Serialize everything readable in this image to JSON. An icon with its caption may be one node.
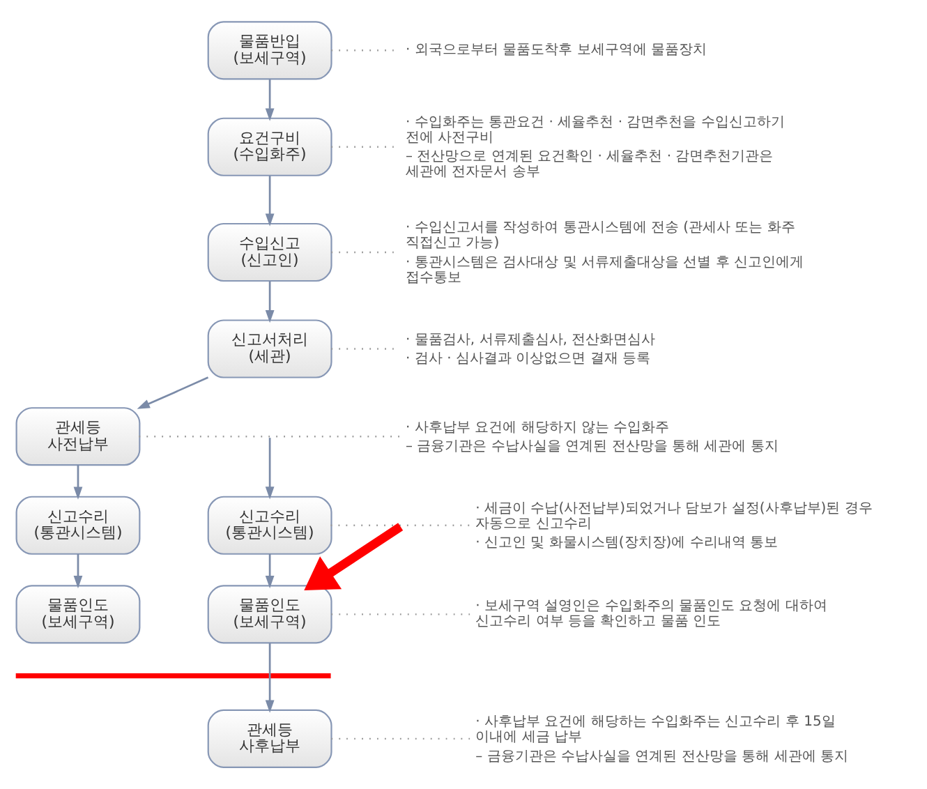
{
  "diagram": {
    "nodes": [
      {
        "text": [
          "물품반입 (보세구역)"
        ]
      },
      {
        "text": [
          "· 외국으로부터 물품도착후 보세구역에 물품장치"
        ]
      },
      {
        "text": [
          "요건구비 (수입화주)"
        ]
      },
      {
        "text": [
          "· 수입화주는 통관요건 · 세율추천 · 감면추천을 수입신고하기 전에 사전구비",
          "– 전산망으로 연계된 요건확인 · 세율추천 · 감면추천기관은 세관에 전자문서 송부"
        ]
      },
      {
        "text": [
          "수입신고 (신고인)"
        ]
      },
      {
        "text": [
          "· 수입신고서를 작성하여 통관시스템에 전송 (관세사 또는 화주 직접신고 가능)",
          "· 통관시스템은 검사대상 및 서류제출대상을 선별 후 신고인에게 접수통보"
        ]
      },
      {
        "text": [
          "신고서처리 (세관)"
        ]
      },
      {
        "text": [
          "· 물품검사, 서류제출심사, 전산화면심사",
          "· 검사 · 심사결과 이상없으면 결재 등록"
        ]
      },
      {
        "text": [
          "관세등 사전납부"
        ]
      },
      {
        "text": [
          "· 사후납부 요건에 해당하지 않는 수입화주",
          "– 금융기관은 수납사실을 연계된 전산망을 통해 세관에 통지"
        ]
      },
      {
        "text": [
          "신고수리 (통관시스템)"
        ]
      },
      {
        "text": [
          "신고수리 (통관시스템)"
        ]
      },
      {
        "text": [
          "· 세금이 수납(사전납부)되었거나 담보가 설정(사후납부)된 경우 자동으로 신고수리",
          "· 신고인 및 화물시스템(장치장)에 수리내역 통보"
        ]
      },
      {
        "text": [
          "물품인도 (보세구역)"
        ]
      },
      {
        "text": [
          "물품인도 (보세구역)"
        ]
      },
      {
        "text": [
          "· 보세구역 설영인은 수입화주의 물품인도 요청에 대하여 신고수리 여부 등을 확인하고 물품 인도"
        ]
      },
      {
        "text": [],
        "shape": "bar"
      },
      {
        "text": [
          "관세등 사후납부"
        ]
      },
      {
        "text": [
          "· 사후납부 요건에 해당하는 수입화주는 신고수리 후 15일 이내에 세금 납부",
          "– 금융기관은 수납사실을 연계된 전산망을 통해 세관에 통지"
        ]
      }
    ],
    "edges": [
      {
        "from": 0,
        "to": 1,
        "arrow": "none",
        "style": "dashed",
        "color": "#999999"
      },
      {
        "from": 0,
        "to": 2,
        "arrow": "to"
      },
      {
        "from": 2,
        "to": 3,
        "arrow": "none",
        "style": "dashed",
        "color": "#999999"
      },
      {
        "from": 2,
        "to": 4,
        "arrow": "to"
      },
      {
        "from": 4,
        "to": 5,
        "arrow": "none",
        "style": "dashed",
        "color": "#999999"
      },
      {
        "from": 4,
        "to": 6,
        "arrow": "to"
      },
      {
        "from": 6,
        "to": 7,
        "arrow": "none",
        "style": "dashed",
        "color": "#999999"
      },
      {
        "from": 6,
        "to": 8,
        "arrow": "to"
      },
      {
        "from": 8,
        "to": 9,
        "arrow": "none",
        "style": "dashed",
        "color": "#999999"
      },
      {
        "from": null,
        "to": 11,
        "arrow": "to"
      },
      {
        "from": 8,
        "to": 10,
        "arrow": "to"
      },
      {
        "from": 11,
        "to": 12,
        "arrow": "none",
        "style": "dashed",
        "color": "#999999"
      },
      {
        "from": 10,
        "to": 13,
        "arrow": "to"
      },
      {
        "from": 11,
        "to": 14,
        "arrow": "to"
      },
      {
        "from": null,
        "to": 14,
        "arrow": "to",
        "style": "thick",
        "color": "#ff0000"
      },
      {
        "from": 14,
        "to": 15,
        "arrow": "none",
        "style": "dashed",
        "color": "#999999"
      },
      {
        "from": 14,
        "to": 17,
        "arrow": "to"
      },
      {
        "from": 17,
        "to": 18,
        "arrow": "none",
        "style": "dashed",
        "color": "#999999"
      }
    ]
  }
}
